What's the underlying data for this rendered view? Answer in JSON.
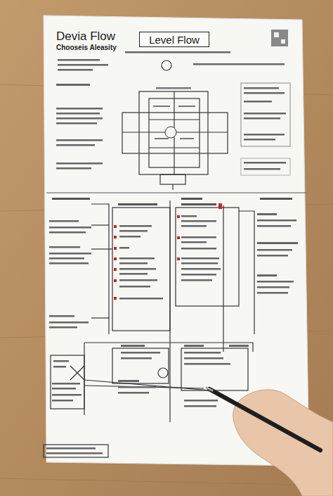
{
  "diagram": {
    "title": "Devia Flow",
    "nodes": [
      {
        "text": [
          "Level Flow"
        ]
      }
    ],
    "labels": [
      "Chooseis Aleasity"
    ]
  }
}
